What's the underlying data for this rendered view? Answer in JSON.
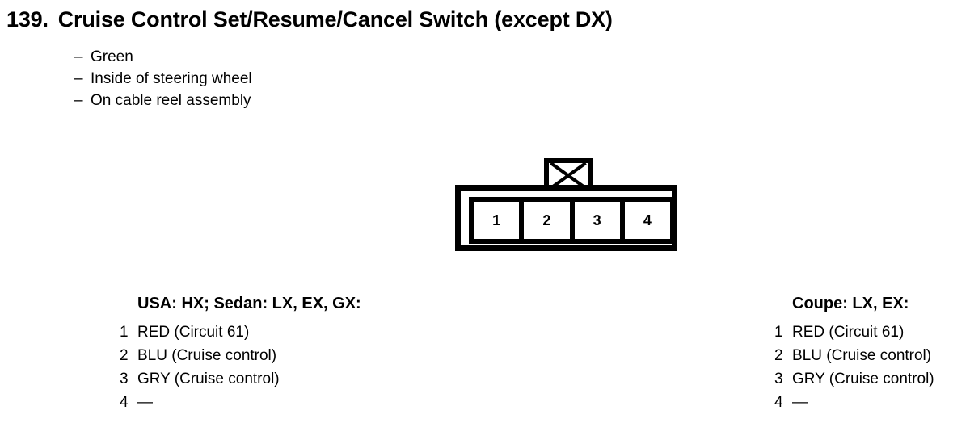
{
  "header": {
    "number": "139.",
    "title": "Cruise Control Set/Resume/Cancel Switch (except DX)"
  },
  "attributes": {
    "dash": "–",
    "items": [
      "Green",
      "Inside of steering wheel",
      "On cable reel assembly"
    ]
  },
  "connector": {
    "tab_icon": "keying-tab-crossed",
    "cavities": [
      "1",
      "2",
      "3",
      "4"
    ]
  },
  "columns": [
    {
      "heading": "USA: HX; Sedan: LX, EX, GX:",
      "pins": [
        {
          "number": "1",
          "description": "RED (Circuit 61)"
        },
        {
          "number": "2",
          "description": "BLU (Cruise control)"
        },
        {
          "number": "3",
          "description": "GRY (Cruise control)"
        },
        {
          "number": "4",
          "description": "—"
        }
      ]
    },
    {
      "heading": "Coupe: LX, EX:",
      "pins": [
        {
          "number": "1",
          "description": "RED (Circuit 61)"
        },
        {
          "number": "2",
          "description": "BLU (Cruise control)"
        },
        {
          "number": "3",
          "description": "GRY (Cruise control)"
        },
        {
          "number": "4",
          "description": "—"
        }
      ]
    }
  ],
  "colors": {
    "ink": "#000000",
    "paper": "#ffffff"
  }
}
